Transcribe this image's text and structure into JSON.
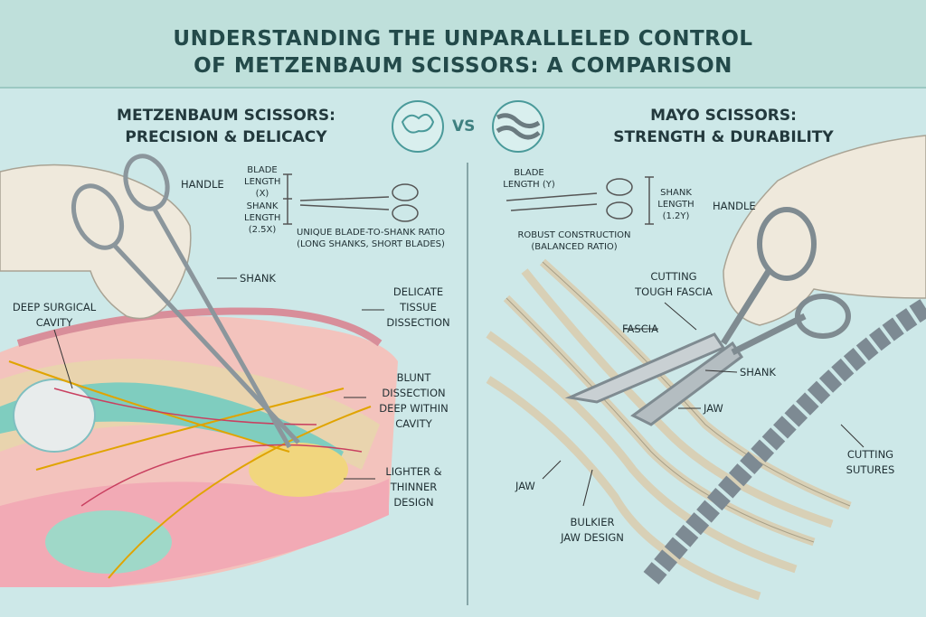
{
  "title": {
    "line1": "UNDERSTANDING THE UNPARALLELED CONTROL",
    "line2": "OF METZENBAUM SCISSORS: A COMPARISON"
  },
  "vs_label": "VS",
  "left": {
    "heading1": "METZENBAUM SCISSORS:",
    "heading2": "PRECISION & DELICACY",
    "labels": {
      "handle": "HANDLE",
      "blade_length": [
        "BLADE",
        "LENGTH",
        "(X)"
      ],
      "shank_length": [
        "SHANK",
        "LENGTH",
        "(2.5X)"
      ],
      "ratio": [
        "UNIQUE BLADE-TO-SHANK RATIO",
        "(LONG SHANKS, SHORT BLADES)"
      ],
      "shank": "SHANK",
      "cavity": [
        "DEEP SURGICAL",
        "CAVITY"
      ],
      "delicate": [
        "DELICATE",
        "TISSUE",
        "DISSECTION"
      ],
      "blunt": [
        "BLUNT",
        "DISSECTION",
        "DEEP WITHIN",
        "CAVITY"
      ],
      "lighter": [
        "LIGHTER &",
        "THINNER",
        "DESIGN"
      ]
    }
  },
  "right": {
    "heading1": "MAYO SCISSORS:",
    "heading2": "STRENGTH & DURABILITY",
    "labels": {
      "blade_length": [
        "BLADE",
        "LENGTH (Y)"
      ],
      "shank_length": [
        "SHANK",
        "LENGTH",
        "(1.2Y)"
      ],
      "handle": "HANDLE",
      "robust": [
        "ROBUST CONSTRUCTION",
        "(BALANCED RATIO)"
      ],
      "cutting_fascia": [
        "CUTTING",
        "TOUGH FASCIA"
      ],
      "fascia": "FASCIA",
      "shank": "SHANK",
      "jaw_right": "JAW",
      "sutures": [
        "CUTTING",
        "SUTURES"
      ],
      "jaw_left": "JAW",
      "bulkier": [
        "BULKIER",
        "JAW DESIGN"
      ]
    }
  },
  "colors": {
    "background": "#cde8e8",
    "header": "#bfe0db",
    "title": "#234a4a",
    "glove": "#efe9dc",
    "tissue_pink": "#f2b7b5",
    "tissue_teal": "#7fcdbf",
    "tissue_yellow": "#f3dc98",
    "steel": "#9aa3a8"
  }
}
